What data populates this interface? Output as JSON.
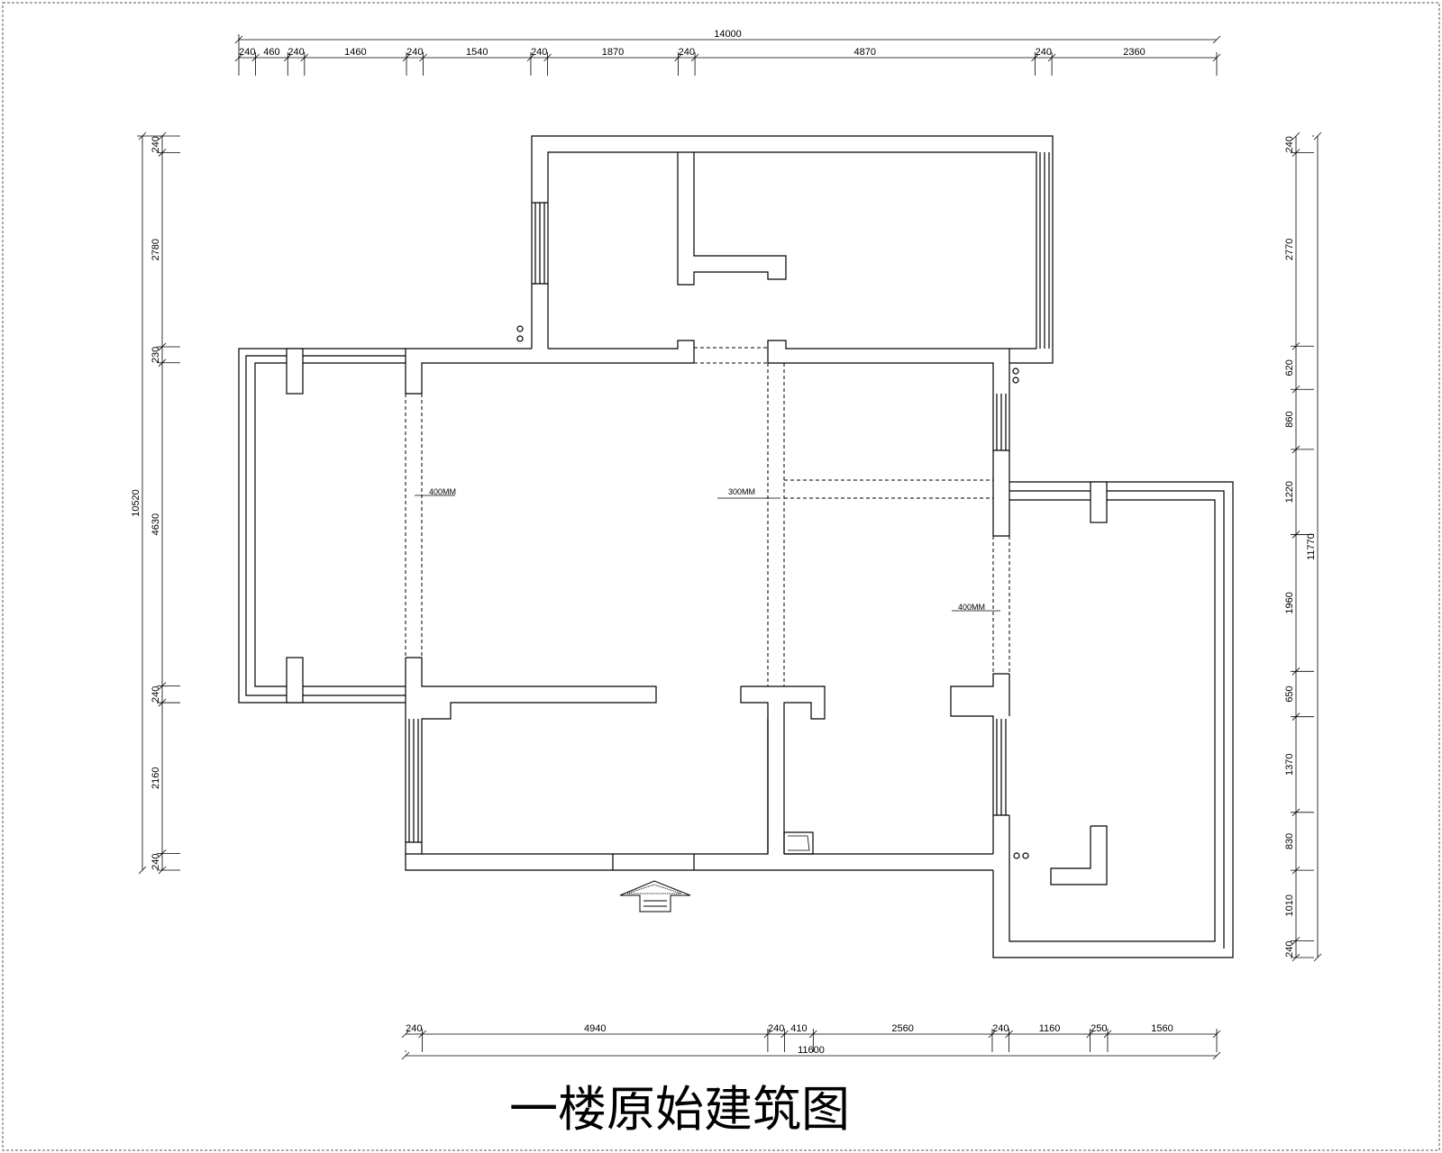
{
  "title": "一楼原始建筑图",
  "top_total": "14000",
  "top_segments": [
    "240",
    "460",
    "240",
    "1460",
    "240",
    "1540",
    "240",
    "1870",
    "240",
    "4870",
    "240",
    "2360"
  ],
  "bottom_total": "11600",
  "bottom_segments": [
    "240",
    "4940",
    "240",
    "410",
    "2560",
    "240",
    "1160",
    "250",
    "1560"
  ],
  "left_total": "10520",
  "left_segments": [
    "240",
    "2780",
    "230",
    "4630",
    "240",
    "2160",
    "240"
  ],
  "right_total": "11770",
  "right_segments": [
    "240",
    "2770",
    "620",
    "860",
    "1220",
    "1960",
    "650",
    "1370",
    "830",
    "1010",
    "240"
  ],
  "beam_labels": [
    "400MM",
    "300MM",
    "400MM"
  ]
}
